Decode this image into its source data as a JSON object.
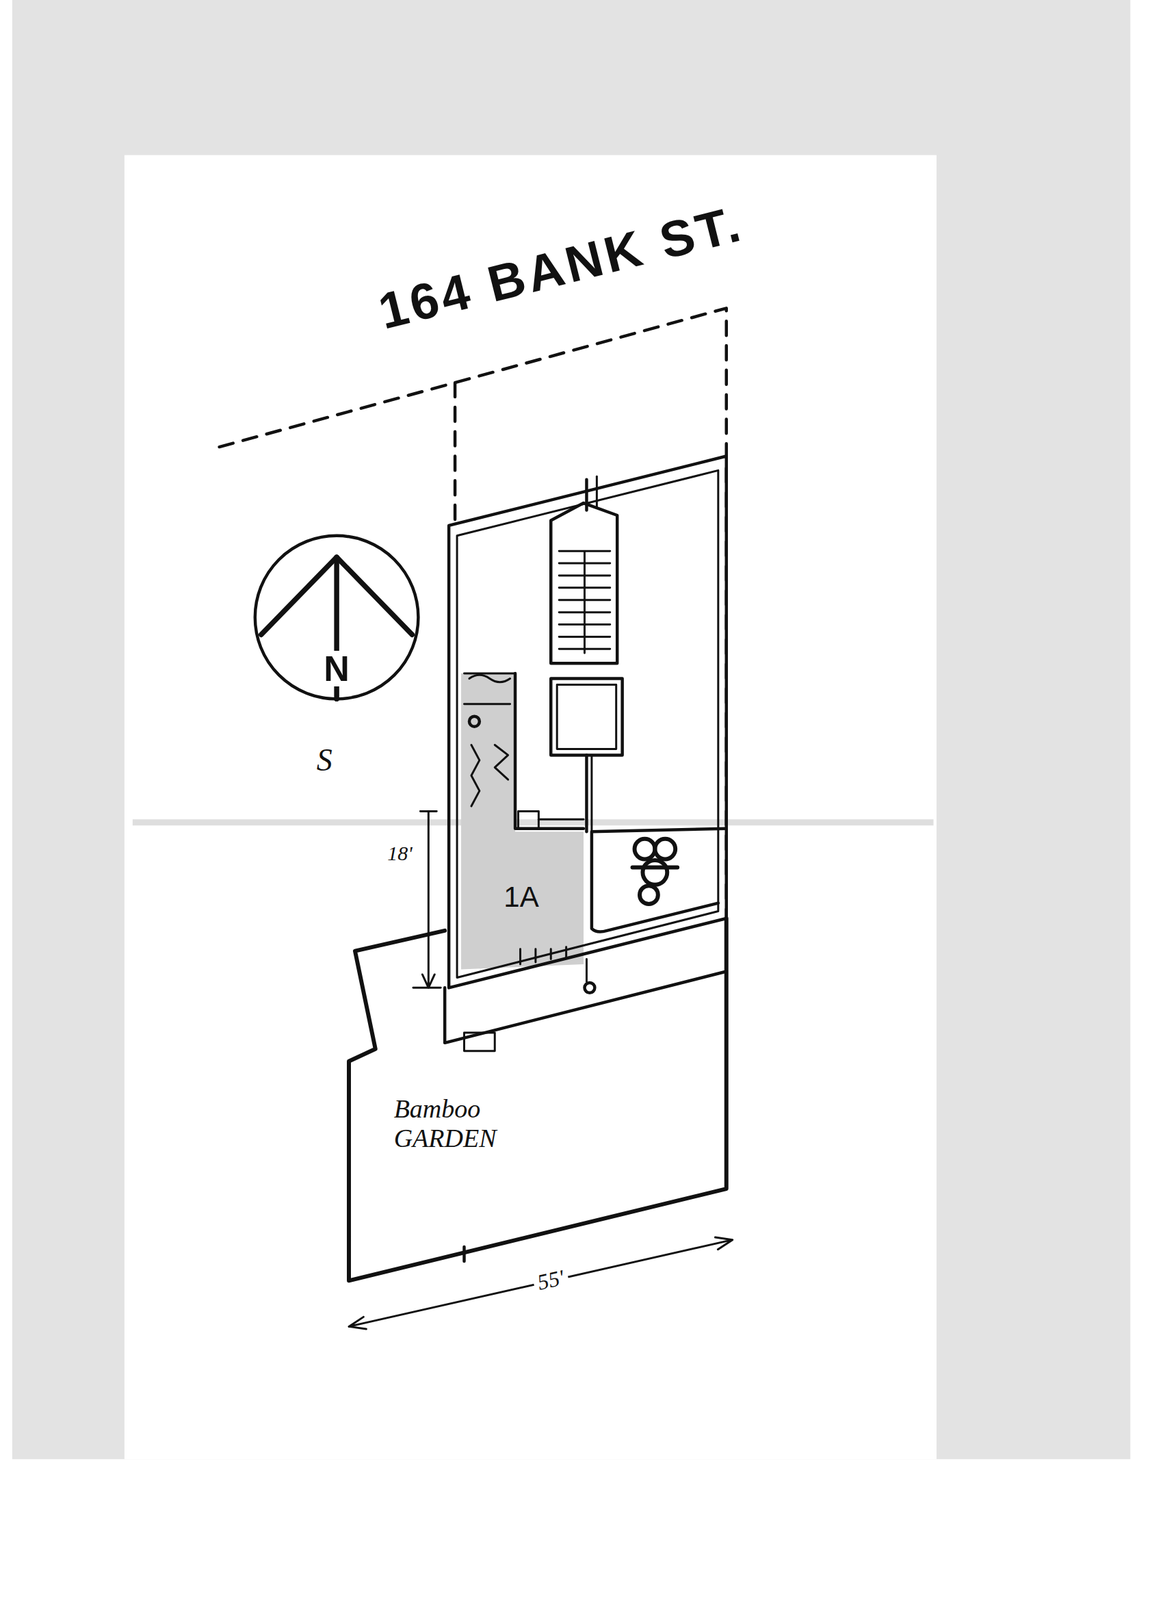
{
  "diagram": {
    "title": "164 BANK ST.",
    "nodes": [
      {
        "text": [
          "N"
        ]
      },
      {
        "text": [
          "1A"
        ]
      },
      {
        "text": [
          "Bamboo GARDEN"
        ]
      }
    ],
    "labels": [
      "S",
      "18'",
      "55'"
    ]
  }
}
